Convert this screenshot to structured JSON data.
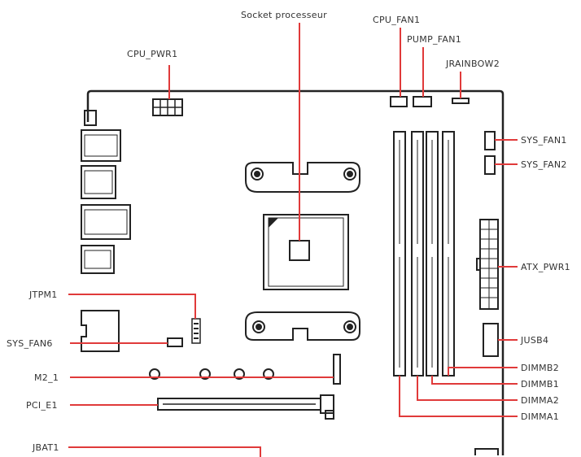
{
  "diagram": {
    "labels": {
      "socket": "Socket processeur",
      "cpu_fan1": "CPU_FAN1",
      "cpu_pwr1": "CPU_PWR1",
      "pump_fan1": "PUMP_FAN1",
      "jrainbow2": "JRAINBOW2",
      "sys_fan1": "SYS_FAN1",
      "sys_fan2": "SYS_FAN2",
      "atx_pwr1": "ATX_PWR1",
      "jusb4": "JUSB4",
      "dimmb2": "DIMMB2",
      "dimmb1": "DIMMB1",
      "dimma2": "DIMMA2",
      "dimma1": "DIMMA1",
      "jtpm1": "JTPM1",
      "sys_fan6": "SYS_FAN6",
      "m2_1": "M2_1",
      "pci_e1": "PCI_E1",
      "jbat1": "JBAT1"
    },
    "colors": {
      "leader": "#e03a3a",
      "outline": "#222222",
      "text": "#333333"
    }
  }
}
